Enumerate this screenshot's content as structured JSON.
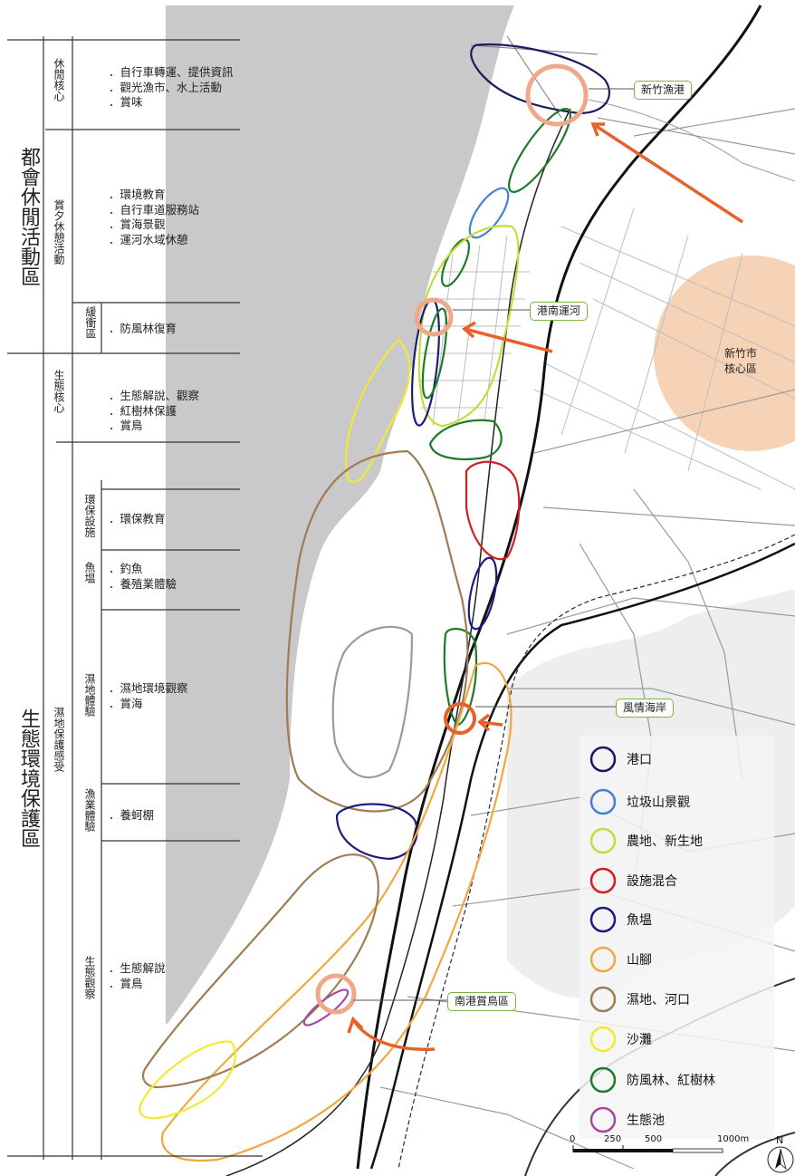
{
  "zones": {
    "urban": "都會休閒活動區",
    "eco": "生態環境保護區"
  },
  "subzones": {
    "leisure_core": "休閒核心",
    "sunset": "賞夕休憩活動",
    "buffer": "緩衝區",
    "eco_core": "生態核心",
    "wetland_sense": "濕地保護感受",
    "env_facility": "環保設施",
    "fish_pond": "魚塭",
    "wetland_exp": "濕地體驗",
    "fishery_exp": "漁業體驗",
    "eco_watch": "生態觀察"
  },
  "activities": {
    "leisure_core": [
      "．自行車轉運、提供資訊",
      "．觀光漁市、水上活動",
      "．賞味"
    ],
    "sunset": [
      "．環境教育",
      "．自行車道服務站",
      "．賞海景觀",
      "．運河水域休憩"
    ],
    "buffer": [
      "．防風林復育"
    ],
    "eco_core": [
      "．生態解說、觀察",
      "．紅樹林保護",
      "．賞鳥"
    ],
    "env_facility": [
      "．環保教育"
    ],
    "fish_pond": [
      "．釣魚",
      "．養殖業體驗"
    ],
    "wetland_exp": [
      "．濕地環境觀察",
      "．賞海"
    ],
    "fishery_exp": [
      "．養蚵棚"
    ],
    "eco_watch": [
      "．生態解說",
      "．賞鳥"
    ]
  },
  "callouts": {
    "fishing_port": "新竹漁港",
    "canal": "港南運河",
    "coast": "風情海岸",
    "bird_area": "南港賞鳥區"
  },
  "city_core": {
    "line1": "新竹市",
    "line2": "核心區"
  },
  "legend": [
    {
      "label": "港口",
      "color": "#1a1a5e"
    },
    {
      "label": "垃圾山景觀",
      "color": "#4a7fd0"
    },
    {
      "label": "農地、新生地",
      "color": "#c5dc3a"
    },
    {
      "label": "設施混合",
      "color": "#d01f1f"
    },
    {
      "label": "魚塭",
      "color": "#1c1c80"
    },
    {
      "label": "山腳",
      "color": "#f0a840"
    },
    {
      "label": "濕地、河口",
      "color": "#a07c55"
    },
    {
      "label": "沙灘",
      "color": "#f2ea30"
    },
    {
      "label": "防風林、紅樹林",
      "color": "#1f7a2a"
    },
    {
      "label": "生態池",
      "color": "#a24aa2"
    }
  ],
  "scale": {
    "labels": [
      "0",
      "250",
      "500",
      "1000"
    ],
    "unit": "m",
    "north": "N"
  },
  "colors": {
    "sea": "#c9c9cb",
    "land": "#ffffff",
    "arrow": "#e8602a",
    "callout_border": "#7cb342",
    "city_core": "#f3c49e"
  }
}
